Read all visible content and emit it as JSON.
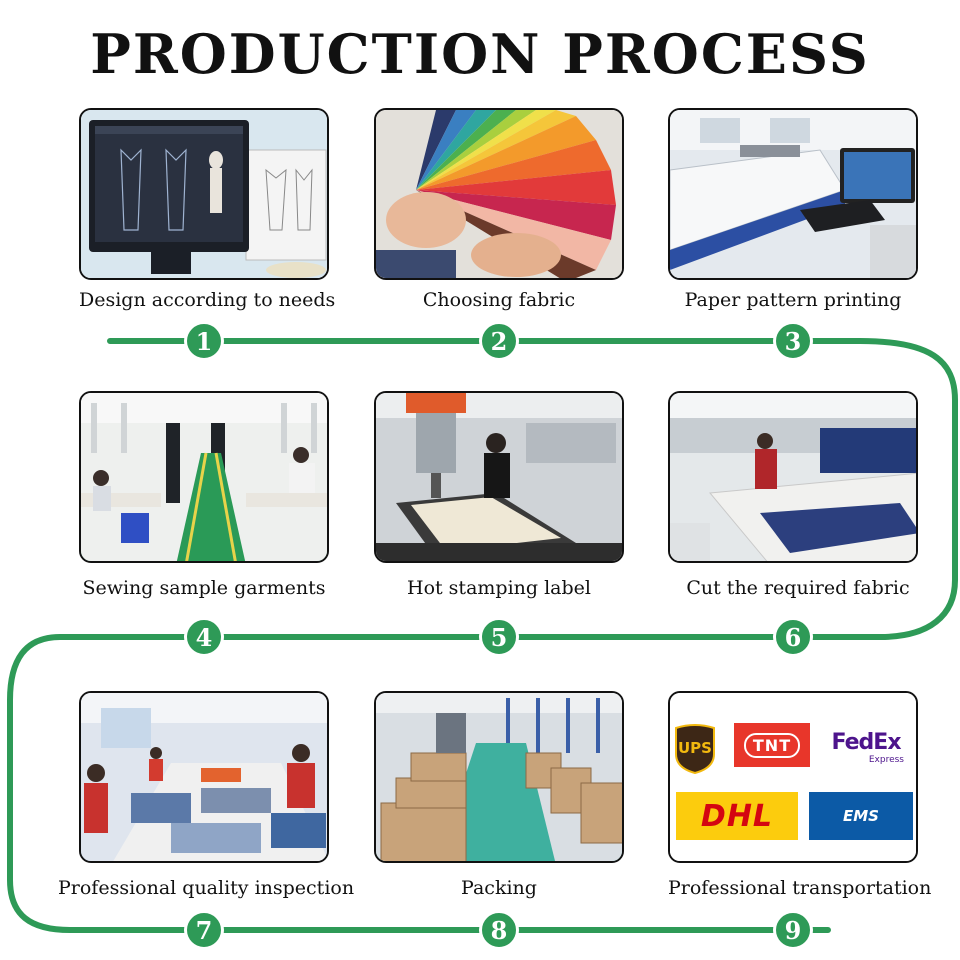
{
  "title": "PRODUCTION PROCESS",
  "colors": {
    "path": "#2e9a57",
    "badge": "#2e9a57",
    "border": "#111111"
  },
  "steps": [
    {
      "number": "1",
      "caption": "Design according to needs",
      "image": "designer-computer-photo"
    },
    {
      "number": "2",
      "caption": "Choosing fabric",
      "image": "fabric-swatch-fan-photo"
    },
    {
      "number": "3",
      "caption": "Paper pattern printing",
      "image": "pattern-plotter-photo"
    },
    {
      "number": "4",
      "caption": "Sewing sample garments",
      "image": "sewing-workshop-photo"
    },
    {
      "number": "5",
      "caption": "Hot stamping label",
      "image": "heat-press-photo"
    },
    {
      "number": "6",
      "caption": "Cut the required fabric",
      "image": "fabric-cutting-photo"
    },
    {
      "number": "7",
      "caption": "Professional quality inspection",
      "image": "quality-inspection-photo"
    },
    {
      "number": "8",
      "caption": "Packing",
      "image": "warehouse-boxes-photo"
    },
    {
      "number": "9",
      "caption": "Professional transportation",
      "image": "courier-logos"
    }
  ],
  "carriers": {
    "ups": "UPS",
    "tnt": "TNT",
    "fedex": "FedEx",
    "fedex_sub": "Express",
    "dhl": "DHL",
    "ems": "EMS"
  }
}
